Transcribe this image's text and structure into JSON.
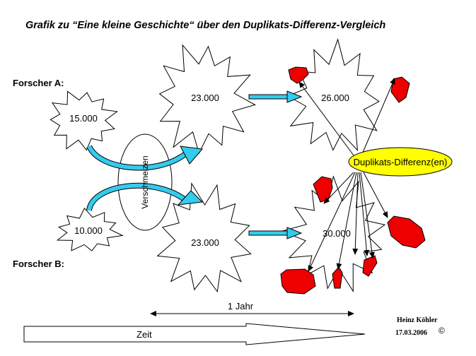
{
  "title": "Grafik zu “Eine kleine Geschichte“ über den Duplikats-Differenz-Vergleich",
  "researchers": {
    "a": "Forscher A:",
    "b": "Forscher B:"
  },
  "bursts": {
    "a_start": "15.000",
    "b_start": "10.000",
    "a_mid": "23.000",
    "b_mid": "23.000",
    "a_end": "26.000",
    "b_end": "30.000"
  },
  "merge_label": "Verschmelzen",
  "duplicates_label": "Duplikats-Differenz(en)",
  "year_label": "1 Jahr",
  "time_label": "Zeit",
  "author": "Heinz Köhler",
  "date": "17.03.2006",
  "copyright": "©",
  "colors": {
    "arrow": "#33ccee",
    "duplicate": "#ee0000",
    "ellipse": "#ffff00"
  }
}
